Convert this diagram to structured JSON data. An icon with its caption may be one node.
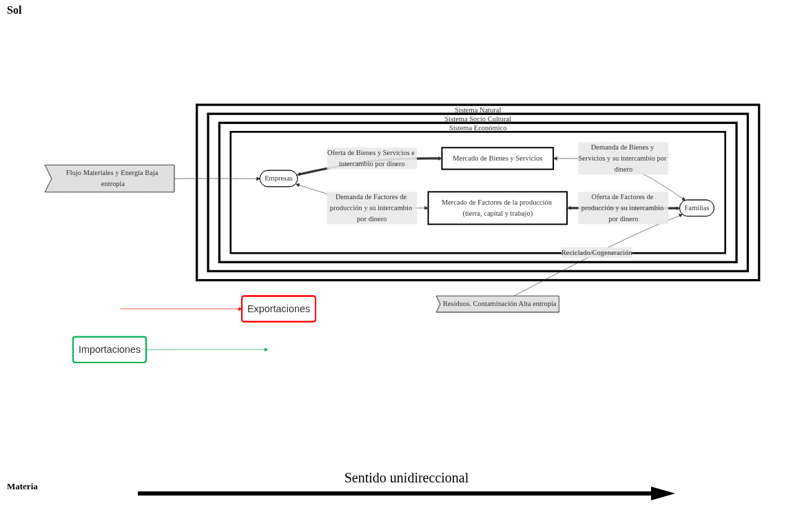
{
  "diagram": {
    "nodes": [
      {
        "text": [
          "Exportaciones"
        ]
      },
      {
        "text": [
          "Importaciones"
        ]
      },
      {
        "text": [
          "Sistema Natural"
        ]
      },
      {
        "text": [
          "Sistema Socio Cultural"
        ],
        "in": 2
      },
      {
        "text": [
          "Sistema Económico"
        ],
        "in": 3
      },
      {
        "text": [],
        "shape": "box",
        "in": 4
      },
      {
        "text": [
          "Mercado de Bienes y Servicios"
        ],
        "in": 5
      },
      {
        "text": [
          "Flujo Materiales y Energía Baja entropía"
        ]
      },
      {
        "text": [
          "Empresas"
        ],
        "in": 5
      },
      {
        "text": [
          "Familias"
        ],
        "in": 5
      },
      {
        "text": [
          "Residuos. Contaminación Alta entropía"
        ]
      },
      {
        "text": [
          "Mercado de Factores de la producción (tierra, capital y trabajo)"
        ],
        "in": 5
      }
    ],
    "edges": [
      {
        "from": null,
        "to": 0,
        "arrow": "to",
        "color": "#ff0000"
      },
      {
        "from": 1,
        "to": null,
        "arrow": "to",
        "color": "#00b050"
      },
      {
        "from": 8,
        "to": 6,
        "arrow": "both",
        "style": "thick",
        "label": "Oferta de Bienes y Servicios e intercambio por dinero"
      },
      {
        "from": 6,
        "to": 9,
        "arrow": "both",
        "label": "Demanda de Bienes y Servicios y su intercambio por dinero"
      },
      {
        "from": 8,
        "to": 11,
        "arrow": "both",
        "label": "Demanda de Factores de producción y su intercambio por dinero"
      },
      {
        "from": 11,
        "to": 9,
        "arrow": "both",
        "style": "thick",
        "label": "Oferta de Factores de producción y su intercambio por dinero"
      },
      {
        "from": 7,
        "to": 8,
        "arrow": "to"
      },
      {
        "from": 10,
        "to": 9,
        "arrow": "to",
        "label": "Reciclado/Cogeneración"
      }
    ],
    "labels": [
      "Sol",
      "Materia",
      "Sentido unidireccional"
    ]
  }
}
